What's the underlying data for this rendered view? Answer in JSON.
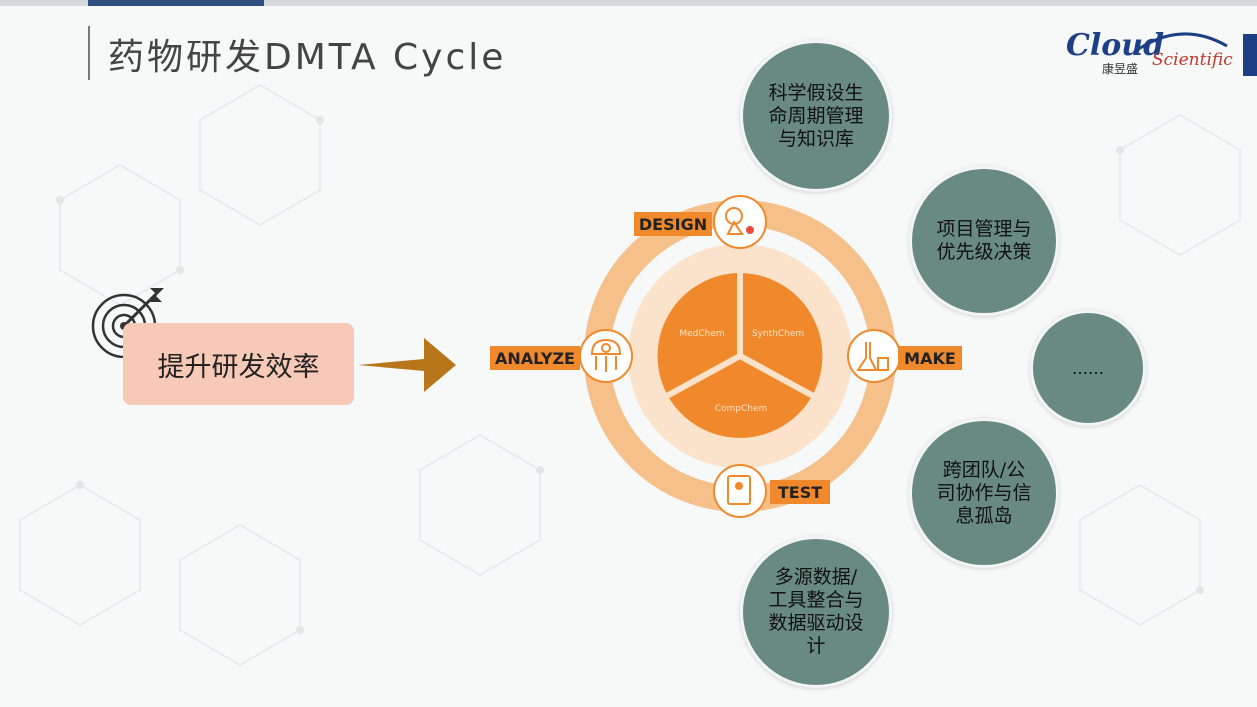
{
  "slide": {
    "title": "药物研发DMTA Cycle",
    "logo": {
      "brand": "Cloud",
      "sub": "Scientific",
      "cn": "康昱盛"
    },
    "goal": "提升研发效率"
  },
  "cycle": {
    "stages": [
      "DESIGN",
      "MAKE",
      "TEST",
      "ANALYZE"
    ],
    "segments": [
      "MedChem",
      "SynthChem",
      "CompChem"
    ]
  },
  "bubbles": [
    {
      "text": "科学假设生命周期管理与知识库"
    },
    {
      "text": "项目管理与优先级决策"
    },
    {
      "text": "……"
    },
    {
      "text": "跨团队/公司协作与信息孤岛"
    },
    {
      "text": "多源数据/工具整合与数据驱动设计"
    }
  ],
  "colors": {
    "orange": "#f0892b",
    "ring": "#f6c08a",
    "bubble": "#688a80",
    "goal_box": "#f7c9b7",
    "arrow": "#b8761a"
  }
}
